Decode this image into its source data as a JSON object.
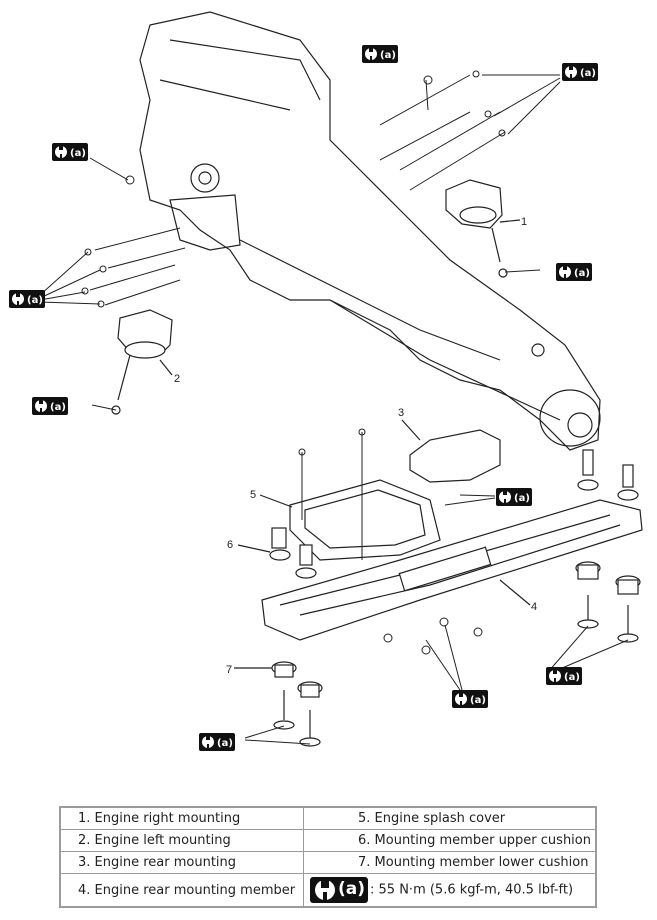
{
  "callouts": {
    "n1": "1",
    "n2": "2",
    "n3": "3",
    "n4": "4",
    "n5": "5",
    "n6": "6",
    "n7": "7",
    "torque_symbol": "(a)"
  },
  "legend": {
    "rows": [
      {
        "left": "1.  Engine right mounting",
        "right": "5.  Engine splash cover"
      },
      {
        "left": "2.  Engine left mounting",
        "right": "6.  Mounting member upper cushion"
      },
      {
        "left": "3.  Engine rear mounting",
        "right": "7.  Mounting member lower cushion"
      },
      {
        "left": "4.  Engine rear mounting member",
        "key_suffix": ":",
        "right": "55 N·m (5.6 kgf-m, 40.5 lbf-ft)"
      }
    ],
    "key_label": "(a)"
  },
  "colors": {
    "line": "#222222",
    "badge_bg": "#111111",
    "badge_fg": "#ffffff",
    "table_border": "#9b9b9b"
  },
  "icons": {
    "torque": "wrench-icon"
  }
}
